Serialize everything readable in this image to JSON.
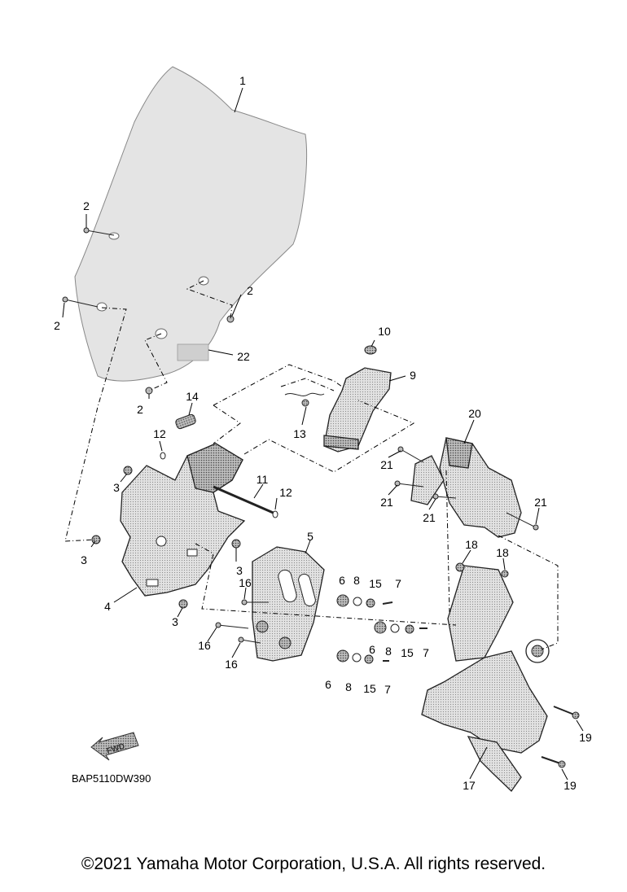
{
  "diagram": {
    "part_code": "BAP5110DW390",
    "fwd_label": "FWD",
    "callouts": [
      "1",
      "2",
      "2",
      "2",
      "2",
      "3",
      "3",
      "3",
      "3",
      "4",
      "5",
      "6",
      "6",
      "6",
      "7",
      "7",
      "7",
      "8",
      "8",
      "8",
      "9",
      "10",
      "11",
      "12",
      "12",
      "13",
      "14",
      "15",
      "15",
      "15",
      "16",
      "16",
      "16",
      "17",
      "18",
      "18",
      "19",
      "19",
      "20",
      "21",
      "21",
      "21",
      "21",
      "22"
    ]
  },
  "footer": {
    "copyright": "©2021 Yamaha Motor Corporation, U.S.A. All rights reserved."
  }
}
